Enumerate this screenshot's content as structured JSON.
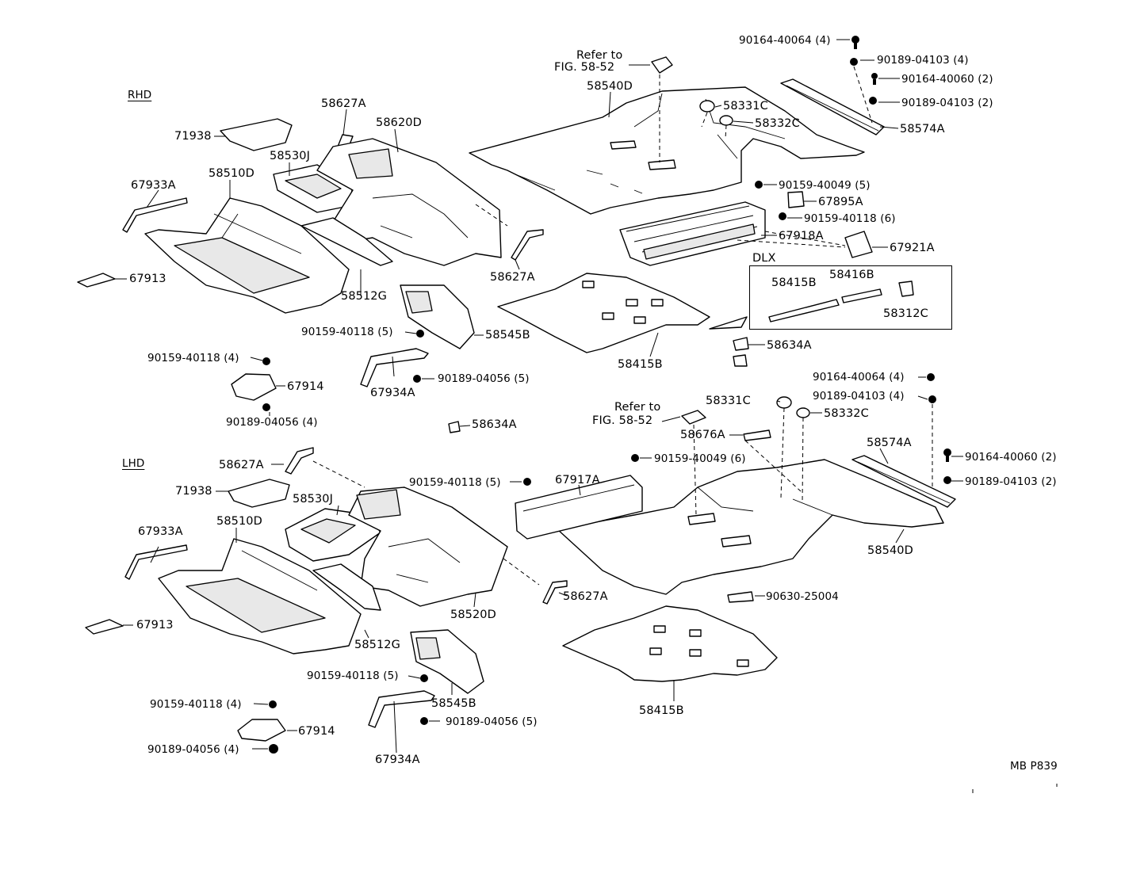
{
  "figure_code": "MB P839",
  "sections": {
    "rhd": "RHD",
    "lhd": "LHD",
    "dlx": "DLX"
  },
  "labels": {
    "rhd_90164_40064": "90164-40064 (4)",
    "rhd_90189_04103_4": "90189-04103 (4)",
    "rhd_90164_40060": "90164-40060 (2)",
    "rhd_90189_04103_2": "90189-04103 (2)",
    "rhd_58574A": "58574A",
    "rhd_58332C": "58332C",
    "rhd_58331C": "58331C",
    "rhd_refer_to": "Refer to",
    "rhd_fig_ref": "FIG. 58-52",
    "rhd_58540D": "58540D",
    "rhd_90159_40049": "90159-40049 (5)",
    "rhd_67895A": "67895A",
    "rhd_90159_40118_6": "90159-40118 (6)",
    "rhd_67918A": "67918A",
    "rhd_67921A": "67921A",
    "rhd_58627A_top": "58627A",
    "rhd_58620D": "58620D",
    "rhd_71938": "71938",
    "rhd_58530J": "58530J",
    "rhd_58510D": "58510D",
    "rhd_67933A": "67933A",
    "rhd_58627A_mid": "58627A",
    "rhd_67913": "67913",
    "rhd_58512G": "58512G",
    "rhd_90159_40118_5": "90159-40118 (5)",
    "rhd_58545B": "58545B",
    "rhd_90159_40118_4": "90159-40118 (4)",
    "rhd_90189_04056_5": "90189-04056 (5)",
    "rhd_67914": "67914",
    "rhd_67934A": "67934A",
    "rhd_90189_04056_4": "90189-04056 (4)",
    "rhd_58415B": "58415B",
    "rhd_58634A_a": "58634A",
    "rhd_58634A_b": "58634A",
    "dlx_58415B": "58415B",
    "dlx_58416B": "58416B",
    "dlx_58312C": "58312C",
    "lhd_90164_40064": "90164-40064 (4)",
    "lhd_90189_04103_4": "90189-04103 (4)",
    "lhd_58331C": "58331C",
    "lhd_58332C": "58332C",
    "lhd_refer_to": "Refer to",
    "lhd_fig_ref": "FIG. 58-52",
    "lhd_58676A": "58676A",
    "lhd_58574A": "58574A",
    "lhd_90159_40049": "90159-40049 (6)",
    "lhd_90164_40060": "90164-40060 (2)",
    "lhd_90159_40118_5a": "90159-40118 (5)",
    "lhd_67917A": "67917A",
    "lhd_90189_04103_2": "90189-04103 (2)",
    "lhd_58540D": "58540D",
    "lhd_58627A_top": "58627A",
    "lhd_71938": "71938",
    "lhd_58530J": "58530J",
    "lhd_67933A": "67933A",
    "lhd_58510D": "58510D",
    "lhd_58627A_right": "58627A",
    "lhd_58520D": "58520D",
    "lhd_90630_25004": "90630-25004",
    "lhd_67913": "67913",
    "lhd_58512G": "58512G",
    "lhd_90159_40118_5b": "90159-40118 (5)",
    "lhd_58545B": "58545B",
    "lhd_90159_40118_4": "90159-40118 (4)",
    "lhd_67914": "67914",
    "lhd_90189_04056_5": "90189-04056 (5)",
    "lhd_90189_04056_4": "90189-04056 (4)",
    "lhd_67934A": "67934A",
    "lhd_58415B": "58415B"
  }
}
